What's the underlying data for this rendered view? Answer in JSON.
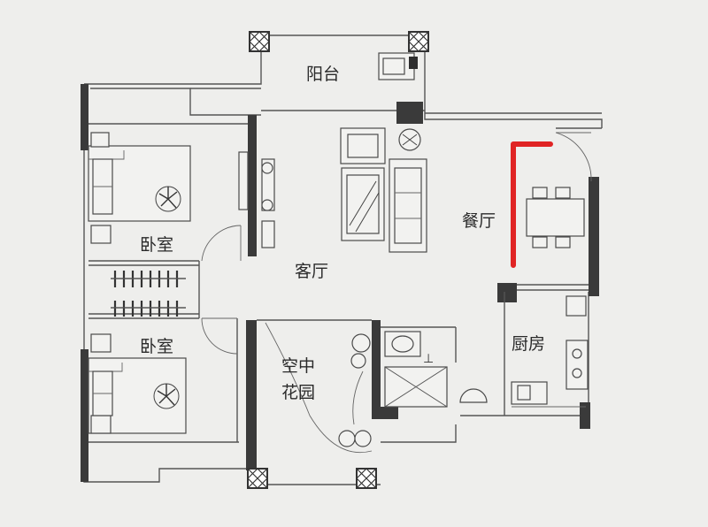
{
  "rooms": {
    "balcony": "阳台",
    "bedroom_top": "卧室",
    "bedroom_bottom": "卧室",
    "living": "客厅",
    "dining": "餐厅",
    "kitchen": "厨房",
    "garden_line1": "空中",
    "garden_line2": "花园"
  },
  "colors": {
    "wall": "#3a3a3a",
    "highlight": "#e02424",
    "background": "#eeeeec"
  }
}
